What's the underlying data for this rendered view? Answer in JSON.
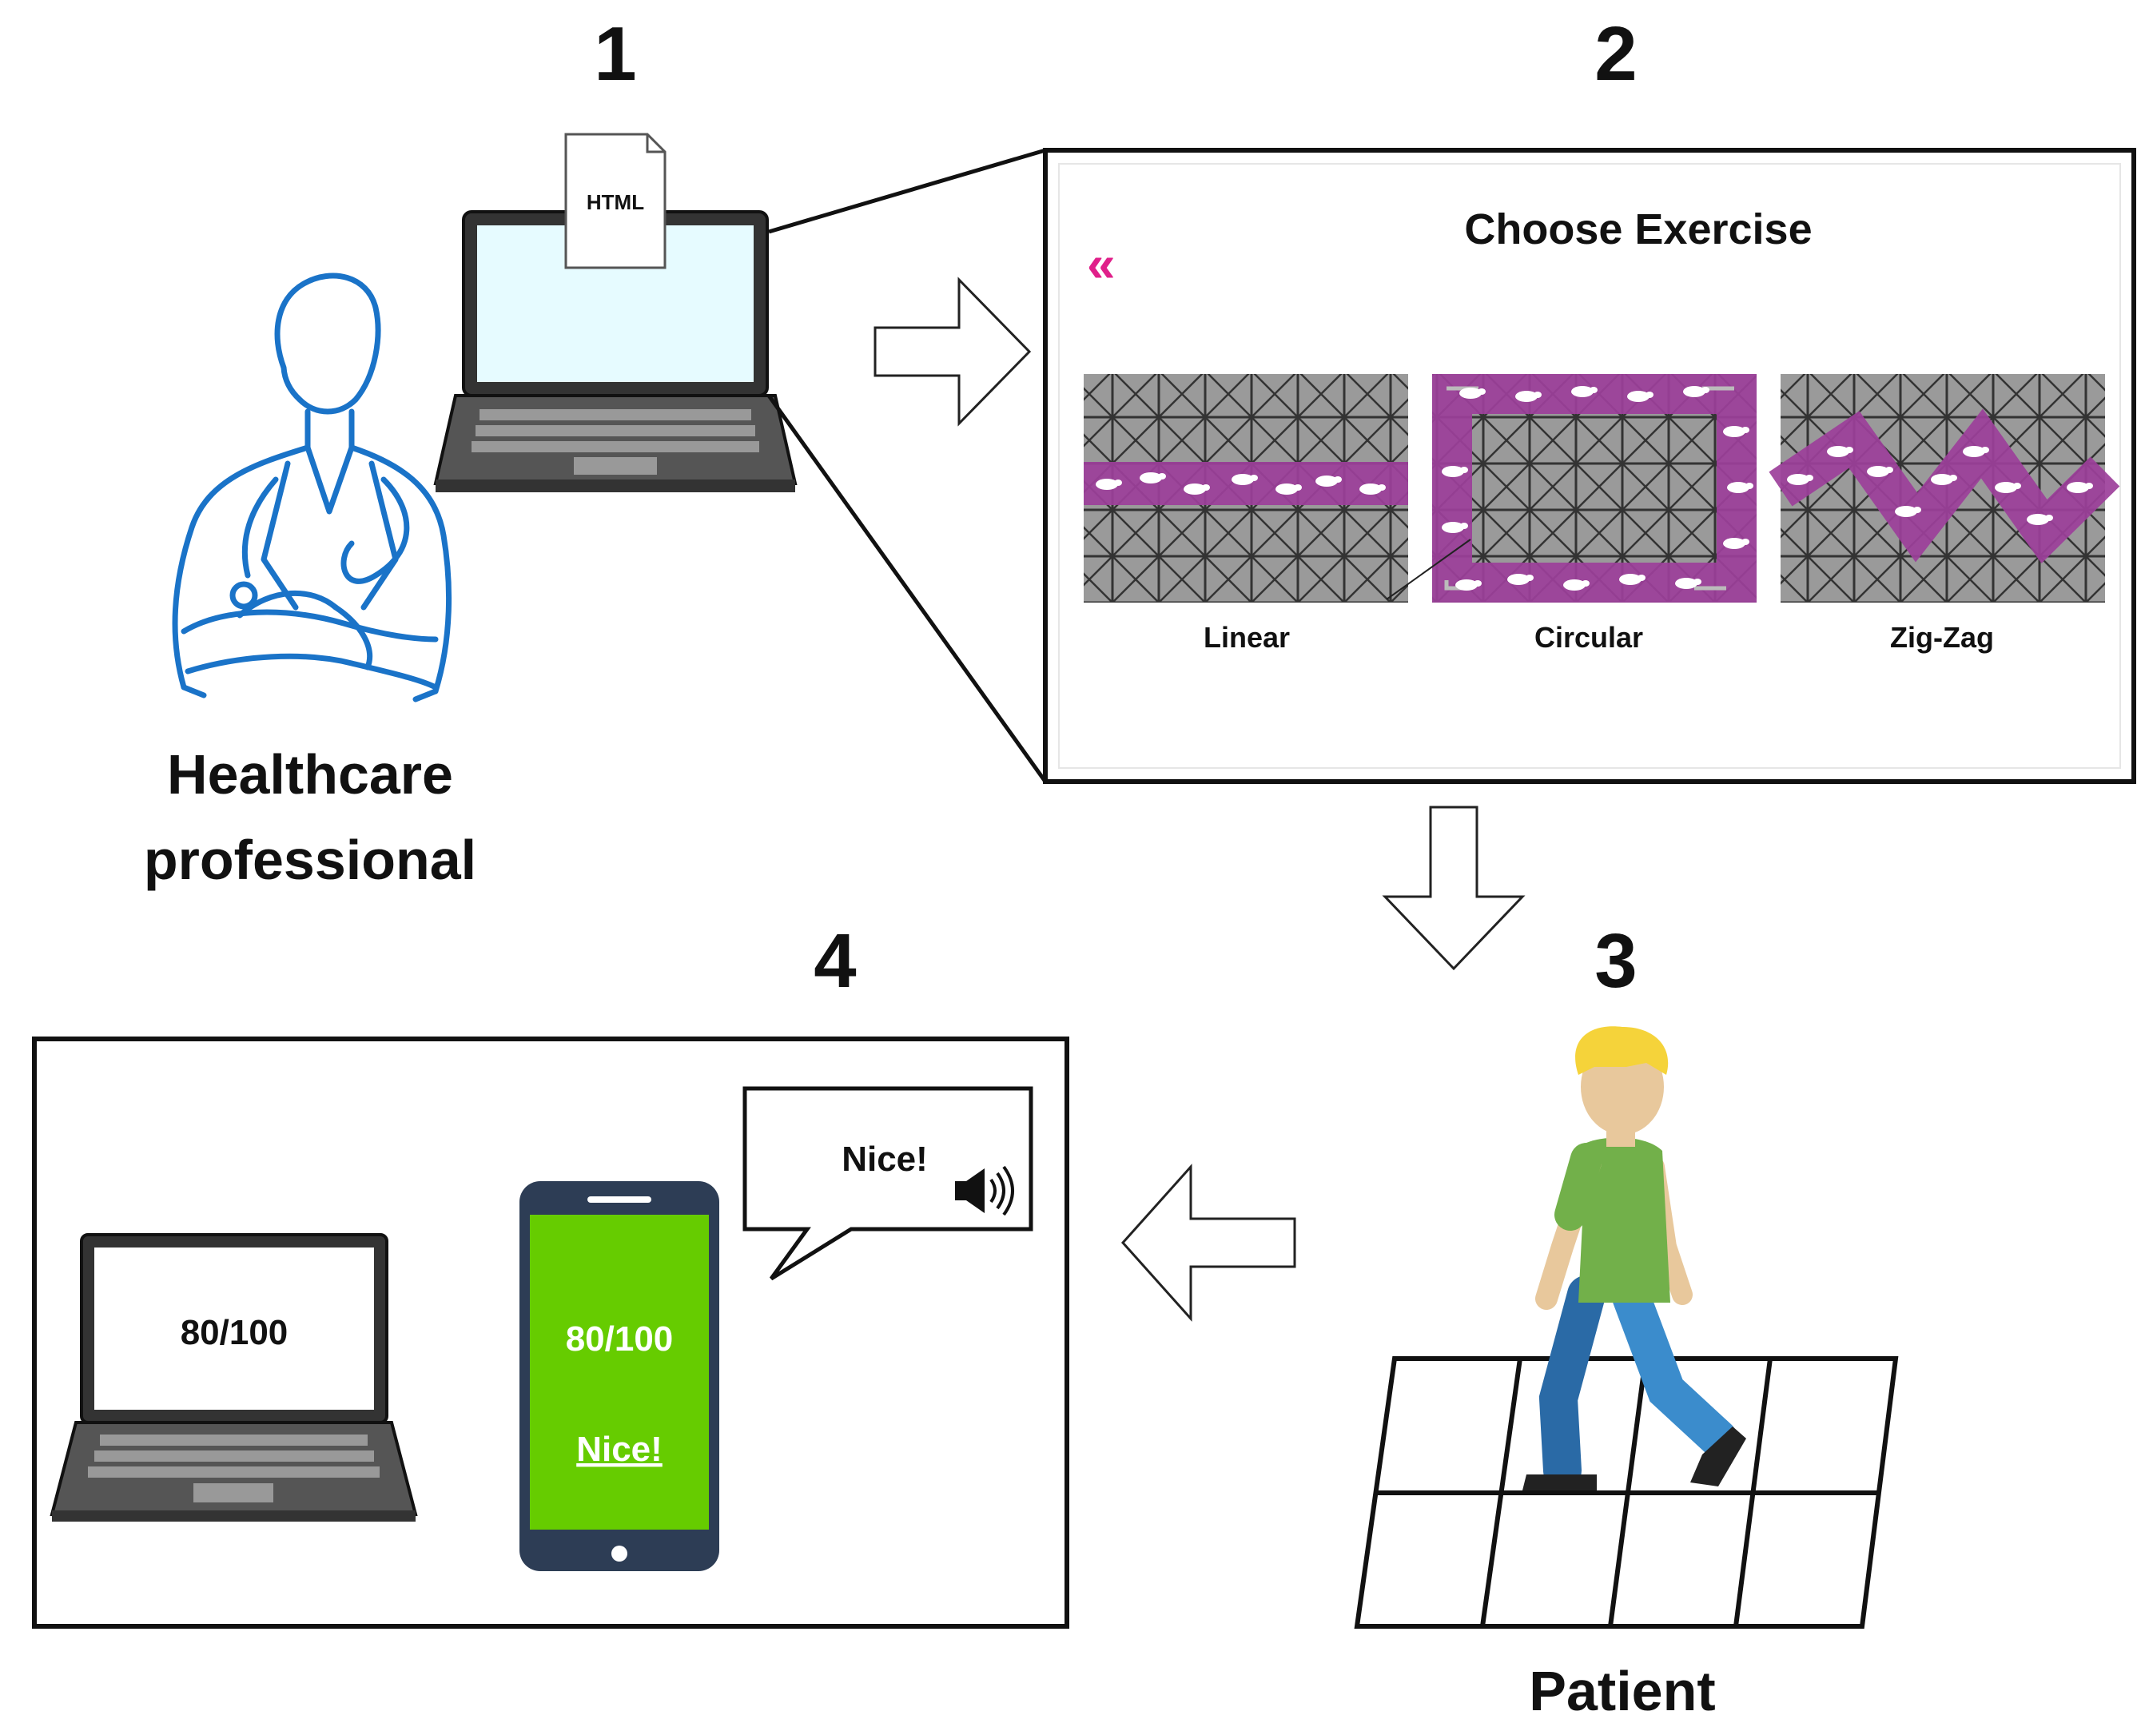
{
  "steps": {
    "one": "1",
    "two": "2",
    "three": "3",
    "four": "4"
  },
  "labels": {
    "healthcare_line1": "Healthcare",
    "healthcare_line2": "professional",
    "patient": "Patient"
  },
  "document_label": "HTML",
  "exercise_ui": {
    "title": "Choose Exercise",
    "back_glyph": "«",
    "options": [
      {
        "label": "Linear"
      },
      {
        "label": "Circular"
      },
      {
        "label": "Zig-Zag"
      }
    ]
  },
  "feedback": {
    "laptop_score": "80/100",
    "phone_score": "80/100",
    "phone_message": "Nice!",
    "bubble_text": "Nice!"
  },
  "colors": {
    "path_purple": "#9c3f9a",
    "tile_gray": "#9a9a9a",
    "phone_green": "#66cc00",
    "doctor_blue": "#1a73c8",
    "back_pink": "#e0208a",
    "laptop_screen": "#e6fbff"
  }
}
